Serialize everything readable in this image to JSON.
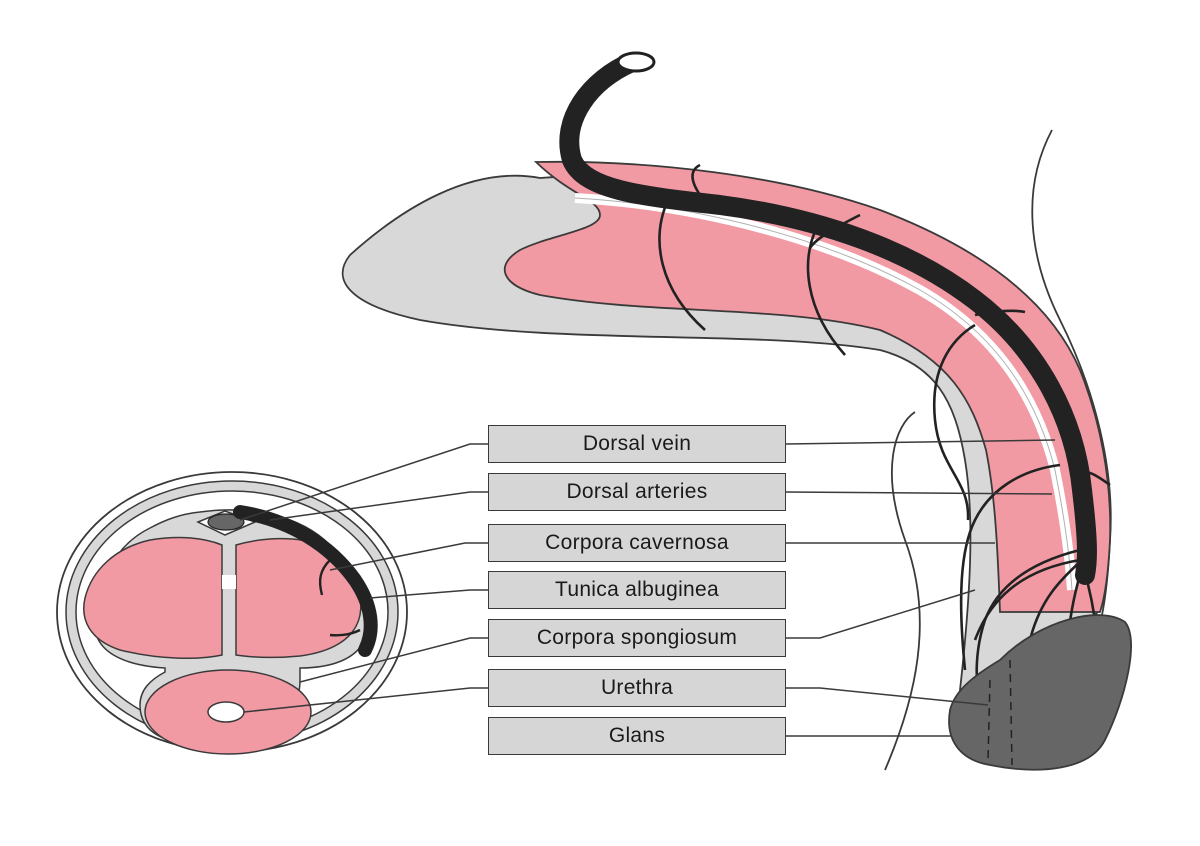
{
  "colors": {
    "tissue": "#f29aa4",
    "tunica": "#d8d8d8",
    "vessel": "#222222",
    "glans": "#666666",
    "outline": "#3a3a3a",
    "label_fill": "#d6d6d6"
  },
  "icons": [
    "penis-longitudinal-section",
    "penis-cross-section"
  ],
  "labels": [
    {
      "id": "dorsal-vein",
      "text": "Dorsal vein"
    },
    {
      "id": "dorsal-arteries",
      "text": "Dorsal arteries"
    },
    {
      "id": "corpora-cavernosa",
      "text": "Corpora cavernosa"
    },
    {
      "id": "tunica-albuginea",
      "text": "Tunica albuginea"
    },
    {
      "id": "corpora-spongiosum",
      "text": "Corpora spongiosum"
    },
    {
      "id": "urethra",
      "text": "Urethra"
    },
    {
      "id": "glans",
      "text": "Glans"
    }
  ]
}
